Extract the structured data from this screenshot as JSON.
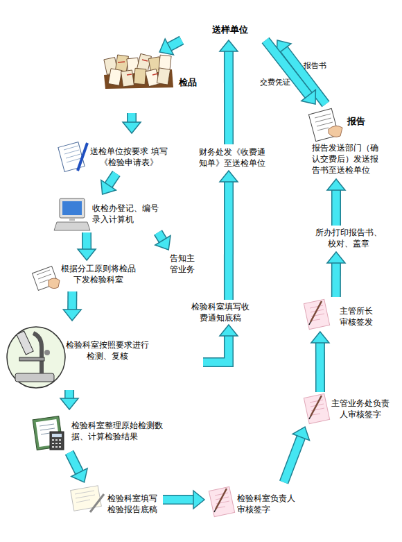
{
  "diagram": {
    "nodes": [
      {
        "text": [
          "送样单位"
        ]
      },
      {
        "text": [
          "检品"
        ]
      },
      {
        "text": [
          "送检单位按要求 填写《检验申请表》"
        ]
      },
      {
        "text": [
          "收检办登记、编号 录入计算机"
        ]
      },
      {
        "text": [
          "告知主 管业务"
        ]
      },
      {
        "text": [
          "根据分工原则将检品 下发检验科室"
        ]
      },
      {
        "text": [
          "检验科室按照要求进行 检测、复核"
        ]
      },
      {
        "text": [
          "检验科室整理原始检测数 据、计算检验结果"
        ]
      },
      {
        "text": [
          "检验科室填写 检验报告底稿"
        ]
      },
      {
        "text": [
          "检验科室负责人 审核签字"
        ]
      },
      {
        "text": [
          "主管业务处负责 人审核签字"
        ]
      },
      {
        "text": [
          "主管所长 审核签发"
        ]
      },
      {
        "text": [
          "所办打印报告书、 校对、盖章"
        ]
      },
      {
        "text": [
          "报告",
          "报告发送部门（确 认交费后）发送报 告书至送检单位"
        ]
      },
      {
        "text": [
          "检验科室填写收 费通知底稿"
        ]
      },
      {
        "text": [
          "财务处发《收费通 知单》至送检单位"
        ]
      }
    ],
    "edges": [
      {
        "from": 0,
        "to": 1,
        "arrow": "to"
      },
      {
        "from": 1,
        "to": 2,
        "arrow": "to"
      },
      {
        "from": 2,
        "to": 3,
        "arrow": "to"
      },
      {
        "from": 3,
        "to": 4,
        "arrow": "to"
      },
      {
        "from": 3,
        "to": 5,
        "arrow": "to"
      },
      {
        "from": 5,
        "to": 6,
        "arrow": "to"
      },
      {
        "from": 6,
        "to": 7,
        "arrow": "to"
      },
      {
        "from": 7,
        "to": 8,
        "arrow": "to"
      },
      {
        "from": 8,
        "to": 9,
        "arrow": "to"
      },
      {
        "from": 9,
        "to": 10,
        "arrow": "to"
      },
      {
        "from": 10,
        "to": 11,
        "arrow": "to"
      },
      {
        "from": 11,
        "to": 12,
        "arrow": "to"
      },
      {
        "from": 12,
        "to": 13,
        "arrow": "to"
      },
      {
        "from": 13,
        "to": 0,
        "label": "报告书",
        "arrow": "to"
      },
      {
        "from": 0,
        "to": 13,
        "label": "交费凭证",
        "arrow": "to"
      },
      {
        "from": 6,
        "to": 14,
        "arrow": "to"
      },
      {
        "from": 14,
        "to": 15,
        "arrow": "to"
      },
      {
        "from": 15,
        "to": 0,
        "arrow": "to"
      }
    ]
  }
}
